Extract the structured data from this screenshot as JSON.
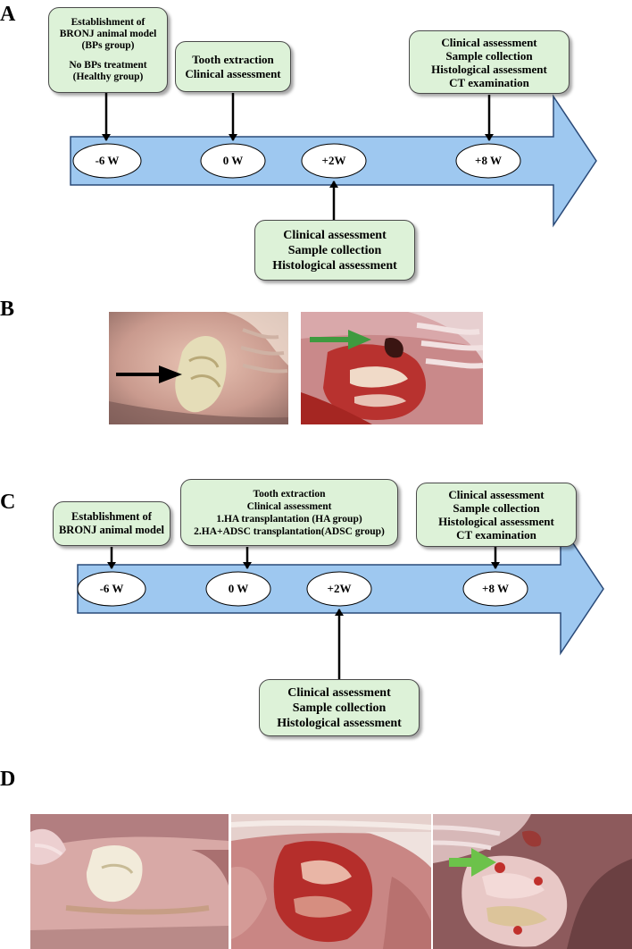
{
  "panels": {
    "A": {
      "label": "A",
      "box_baseline": {
        "lines": [
          "Establishment of",
          "BRONJ animal model",
          "(BPs group)",
          "",
          "No BPs treatment",
          "(Healthy group)"
        ]
      },
      "box_extraction": {
        "lines": [
          "Tooth extraction",
          "Clinical assessment"
        ]
      },
      "box_8w": {
        "lines": [
          "Clinical assessment",
          "Sample collection",
          "Histological assessment",
          "CT examination"
        ]
      },
      "box_2w": {
        "lines": [
          "Clinical assessment",
          "Sample collection",
          "Histological  assessment"
        ]
      },
      "timepoints": [
        "-6 W",
        "0 W",
        "+2W",
        "+8 W"
      ]
    },
    "B": {
      "label": "B",
      "photos": [
        {
          "subject": "healthy-oral-mucosa-photo",
          "arrow_color": "#000000"
        },
        {
          "subject": "extraction-socket-photo",
          "arrow_color": "#3f9a3f"
        }
      ]
    },
    "C": {
      "label": "C",
      "box_baseline": {
        "lines": [
          "Establishment of",
          "BRONJ animal model"
        ]
      },
      "box_extraction": {
        "lines": [
          "Tooth extraction",
          "Clinical assessment",
          "1.HA transplantation (HA group)",
          "2.HA+ADSC transplantation(ADSC group)"
        ]
      },
      "box_8w": {
        "lines": [
          "Clinical assessment",
          "Sample collection",
          "Histological  assessment",
          "CT examination"
        ]
      },
      "box_2w": {
        "lines": [
          "Clinical assessment",
          "Sample collection",
          "Histological  assessment"
        ]
      },
      "timepoints": [
        "-6 W",
        "0 W",
        "+2W",
        "+8 W"
      ]
    },
    "D": {
      "label": "D",
      "photos": [
        {
          "subject": "tooth-mucosa-photo"
        },
        {
          "subject": "bleeding-socket-photo"
        },
        {
          "subject": "healed-site-photo",
          "arrow_color": "#6cc24a"
        }
      ]
    }
  },
  "colors": {
    "timeline_fill": "#9ec8f0",
    "timeline_stroke": "#2a4a78",
    "box_fill": "#ddf2d8"
  }
}
